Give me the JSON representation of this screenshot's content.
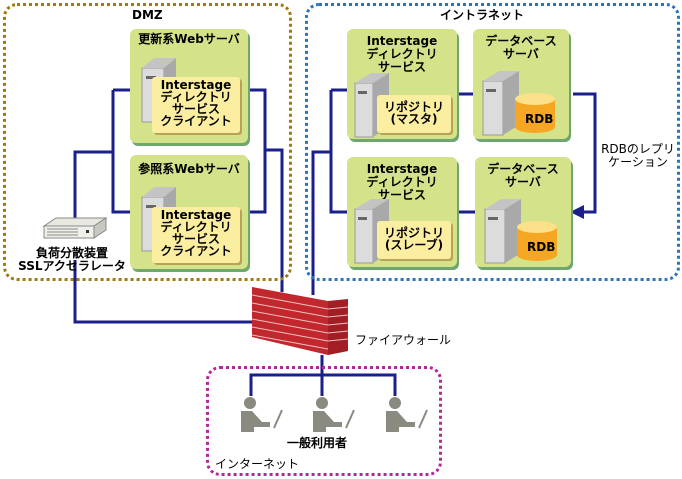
{
  "zones": {
    "dmz": {
      "label": "DMZ",
      "color": "#a07a0c"
    },
    "intranet": {
      "label": "イントラネット",
      "color": "#2a73c0"
    },
    "internet": {
      "label": "インターネット",
      "color": "#b02a9a"
    }
  },
  "dmz": {
    "update_server": {
      "title": "更新系Webサーバ",
      "client": [
        "Interstage",
        "ディレクトリ",
        "サービス",
        "クライアント"
      ]
    },
    "reference_server": {
      "title": "参照系Webサーバ",
      "client": [
        "Interstage",
        "ディレクトリ",
        "サービス",
        "クライアント"
      ]
    },
    "load_balancer": {
      "label": [
        "負荷分散装置",
        "SSLアクセラレータ"
      ]
    }
  },
  "intranet": {
    "directory_master": {
      "title": [
        "Interstage",
        "ディレクトリ",
        "サービス"
      ],
      "repository": [
        "リポジトリ",
        "(マスタ)"
      ]
    },
    "db_server_1": {
      "title": [
        "データベース",
        "サーバ"
      ],
      "db": "RDB"
    },
    "directory_slave": {
      "title": [
        "Interstage",
        "ディレクトリ",
        "サービス"
      ],
      "repository": [
        "リポジトリ",
        "(スレーブ)"
      ]
    },
    "db_server_2": {
      "title": [
        "データベース",
        "サーバ"
      ],
      "db": "RDB"
    },
    "replication_label": [
      "RDBのレプリ",
      "ケーション"
    ]
  },
  "firewall": {
    "label": "ファイアウォール",
    "color": "#c0282e"
  },
  "internet": {
    "users_label": "一般利用者",
    "user_count": 3
  },
  "colors": {
    "line": "#1b1f8a",
    "box": "#d4e38a",
    "note": "#fbeea0",
    "rdb": "#f5a623"
  }
}
